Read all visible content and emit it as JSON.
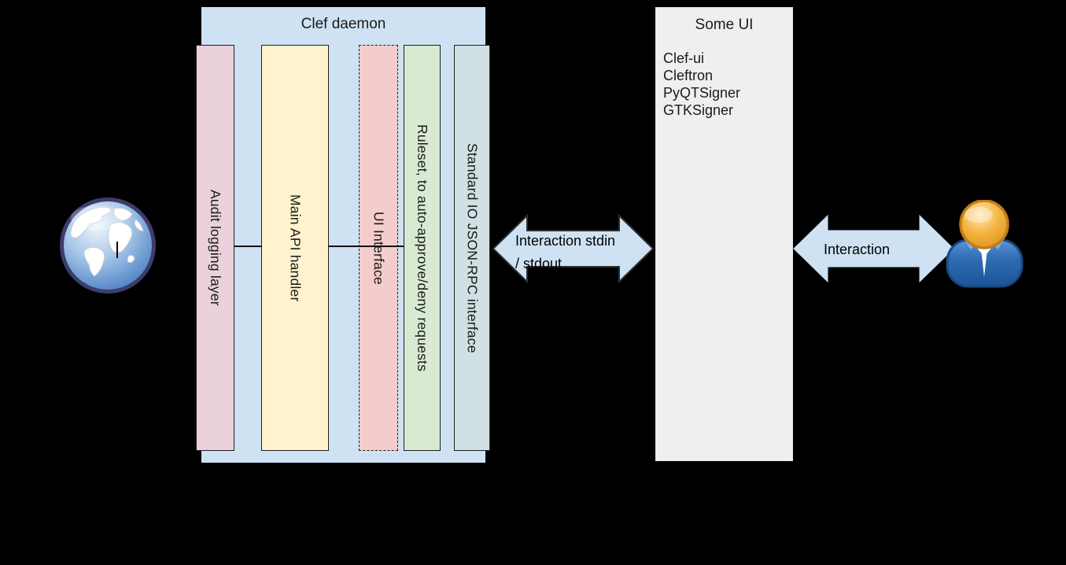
{
  "diagram": {
    "clef_daemon": {
      "title": "Clef daemon",
      "bars": [
        {
          "id": "audit",
          "label": "Audit logging layer"
        },
        {
          "id": "api",
          "label": "Main API handler"
        },
        {
          "id": "ui",
          "label": "UI Interface"
        },
        {
          "id": "ruleset",
          "label": "Ruleset, to auto-approve/deny requests"
        },
        {
          "id": "stdio",
          "label": "Standard IO JSON-RPC interface"
        }
      ]
    },
    "some_ui": {
      "title": "Some UI",
      "items": [
        "Clef-ui",
        "Cleftron",
        "PyQTSigner",
        "GTKSigner"
      ]
    },
    "arrows": {
      "stdio_arrow": {
        "label_line1": "Interaction stdin",
        "label_line2": "/ stdout"
      },
      "user_arrow": {
        "label": "Interaction"
      }
    },
    "icons": {
      "left": "globe-icon",
      "right": "person-icon"
    },
    "colors": {
      "background": "#000000",
      "container_fill": "#cfe2f3",
      "audit_fill": "#ead1dc",
      "api_fill": "#fff2cc",
      "ui_fill": "#f4cccc",
      "ruleset_fill": "#d9ead3",
      "stdio_fill": "#d0e0e3",
      "some_ui_fill": "#efefef",
      "arrow_fill": "#cfe2f3"
    }
  }
}
